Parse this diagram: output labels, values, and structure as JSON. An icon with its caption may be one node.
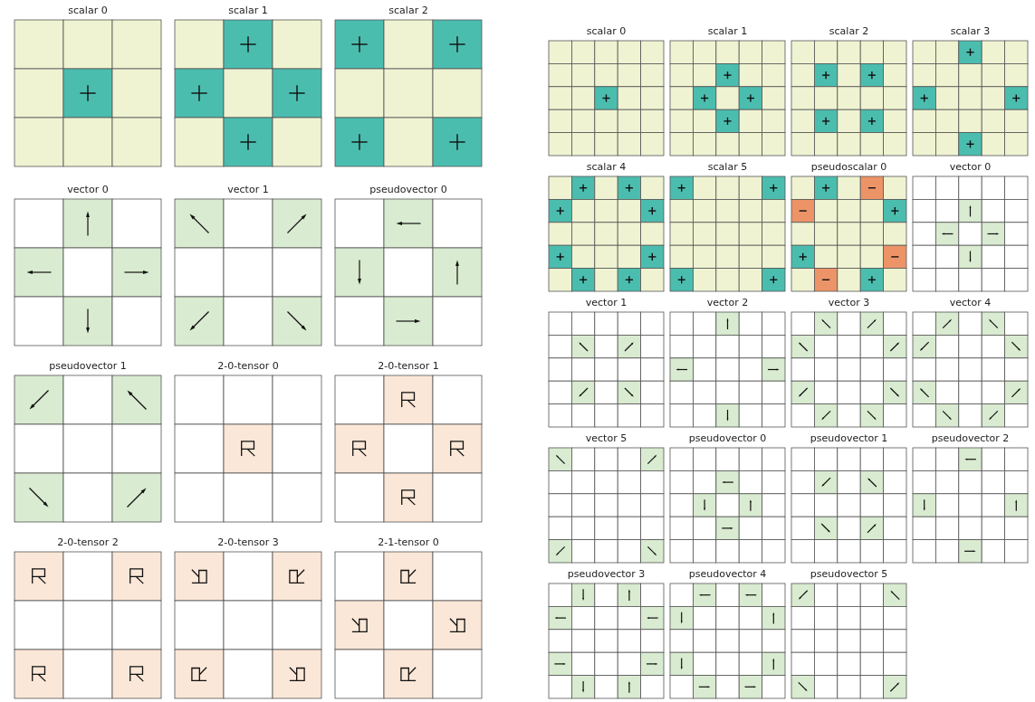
{
  "diagram": {
    "labels": [
      "scalar 0",
      "scalar 1",
      "scalar 2",
      "vector 0",
      "vector 1",
      "pseudovector 0",
      "pseudovector 1",
      "2-0-tensor 0",
      "2-0-tensor 1",
      "2-0-tensor 2",
      "2-0-tensor 3",
      "2-1-tensor 0",
      "scalar 0",
      "scalar 1",
      "scalar 2",
      "scalar 3",
      "scalar 4",
      "scalar 5",
      "pseudoscalar 0",
      "vector 0",
      "vector 1",
      "vector 2",
      "vector 3",
      "vector 4",
      "vector 5",
      "pseudovector 0",
      "pseudovector 1",
      "pseudovector 2",
      "pseudovector 3",
      "pseudovector 4",
      "pseudovector 5"
    ]
  }
}
